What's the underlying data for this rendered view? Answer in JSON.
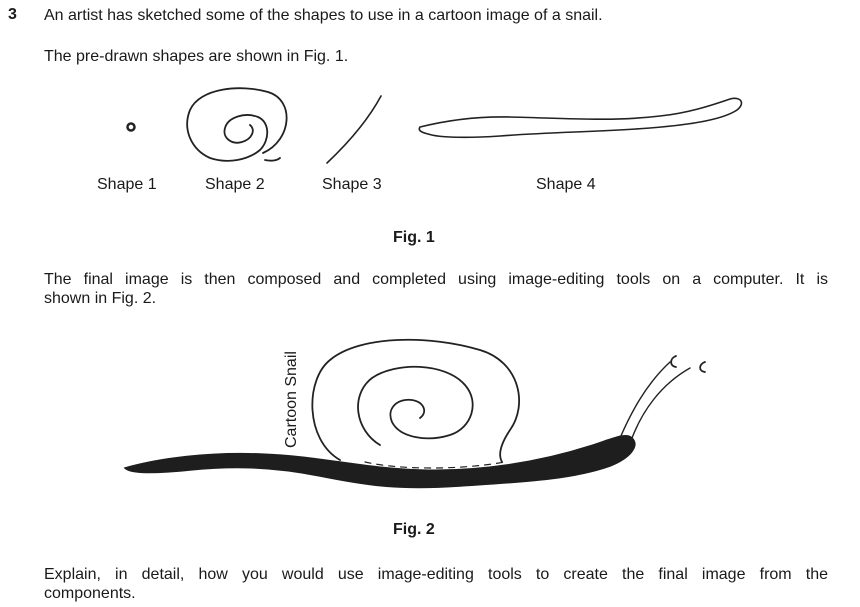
{
  "question": {
    "number": "3",
    "intro": "An artist has sketched some of the shapes to use in a cartoon image of a snail.",
    "pre_drawn": "The pre-drawn shapes are shown in Fig. 1.",
    "final_line1": "The final image is then composed and completed using image-editing tools on a computer. It is",
    "final_line2": "shown in Fig. 2.",
    "explain_line1": "Explain, in detail, how you would use image-editing tools to create the final image from the",
    "explain_line2": "components."
  },
  "fig1": {
    "caption": "Fig. 1",
    "shapes": [
      "Shape 1",
      "Shape 2",
      "Shape 3",
      "Shape 4"
    ]
  },
  "fig2": {
    "caption": "Fig. 2",
    "vertical_text": "Cartoon Snail"
  },
  "colors": {
    "ink": "#1a1a1a",
    "background": "#ffffff"
  }
}
